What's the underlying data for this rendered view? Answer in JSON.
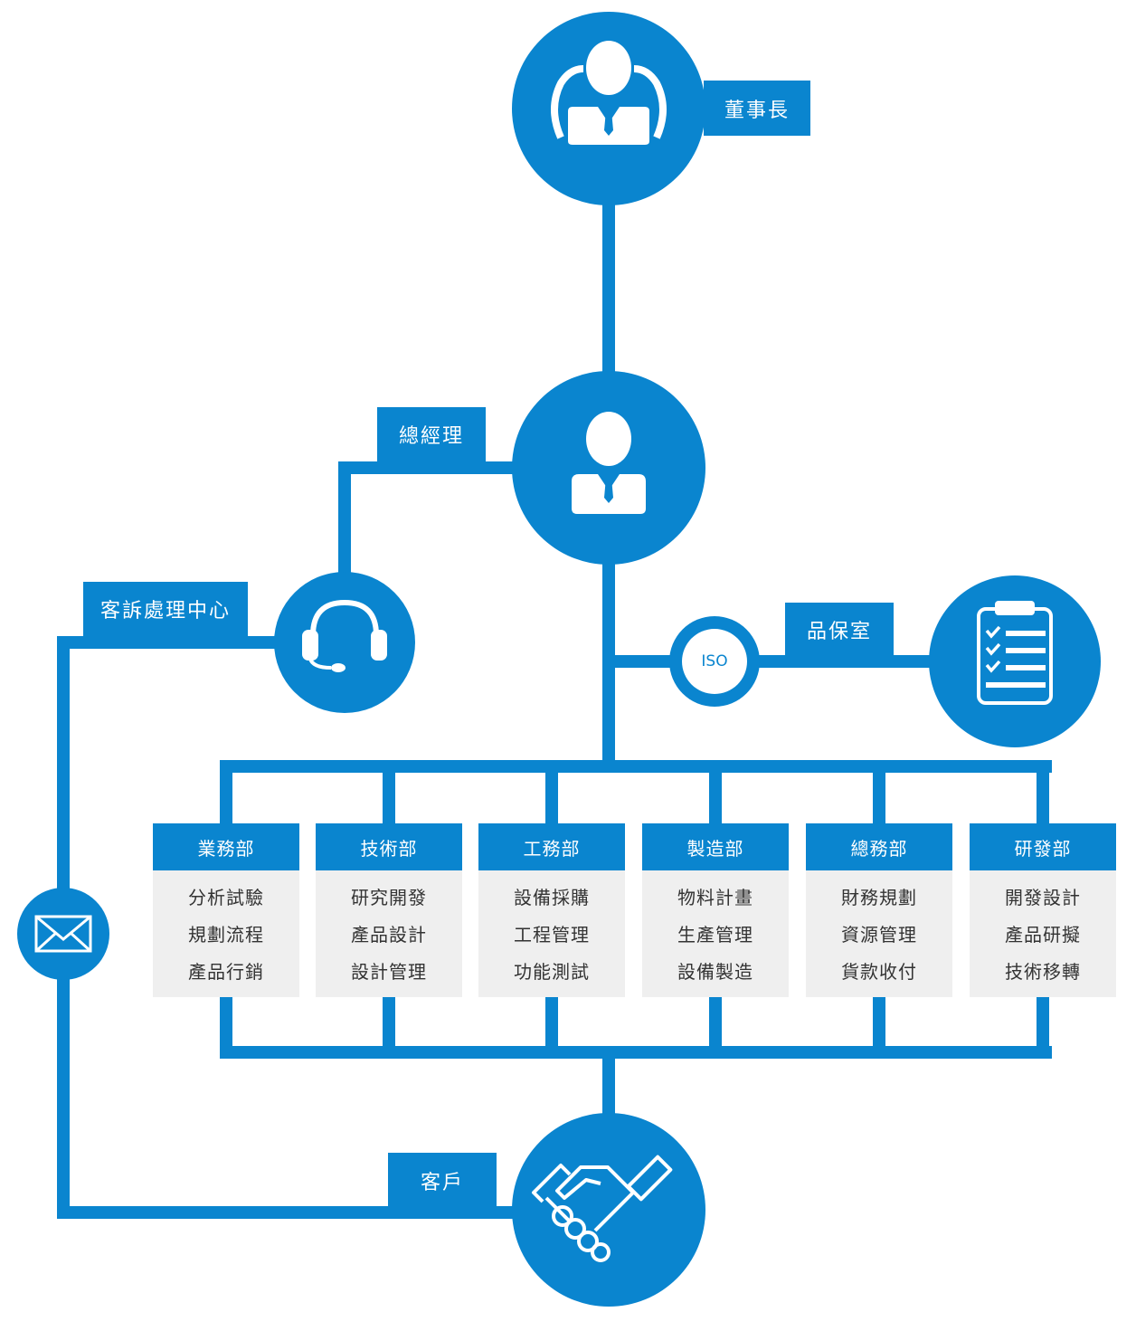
{
  "colors": {
    "primary": "#0a85cf",
    "panel": "#efefef",
    "text": "#333333"
  },
  "nodes": {
    "chairman": {
      "label": "董事長",
      "icon": "executive-with-stethoscope-icon"
    },
    "general_manager": {
      "label": "總經理",
      "icon": "businessman-icon"
    },
    "complaint_center": {
      "label": "客訴處理中心",
      "icon": "headset-icon"
    },
    "quality_office": {
      "label": "品保室",
      "icon": "checklist-clipboard-icon",
      "badge": "ISO"
    },
    "customer": {
      "label": "客戶",
      "icon": "handshake-icon"
    },
    "mail": {
      "icon": "envelope-icon"
    }
  },
  "departments": [
    {
      "name": "業務部",
      "items": [
        "分析試驗",
        "規劃流程",
        "產品行銷"
      ]
    },
    {
      "name": "技術部",
      "items": [
        "研究開發",
        "產品設計",
        "設計管理"
      ]
    },
    {
      "name": "工務部",
      "items": [
        "設備採購",
        "工程管理",
        "功能測試"
      ]
    },
    {
      "name": "製造部",
      "items": [
        "物料計畫",
        "生產管理",
        "設備製造"
      ]
    },
    {
      "name": "總務部",
      "items": [
        "財務規劃",
        "資源管理",
        "貨款收付"
      ]
    },
    {
      "name": "研發部",
      "items": [
        "開發設計",
        "產品研擬",
        "技術移轉"
      ]
    }
  ]
}
